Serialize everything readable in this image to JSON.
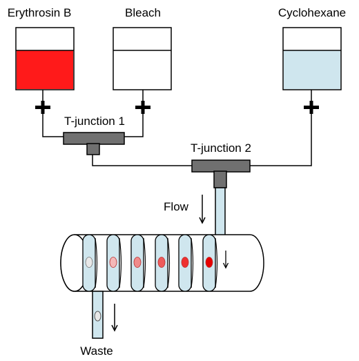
{
  "reservoirs": [
    {
      "label": "Erythrosin B",
      "fill_color": "#ff1a1a",
      "fill_level": 0.64
    },
    {
      "label": "Bleach",
      "fill_color": "#ffffff",
      "fill_level": 0.64
    },
    {
      "label": "Cyclohexane",
      "fill_color": "#cfe6ee",
      "fill_level": 0.64
    }
  ],
  "junctions": [
    {
      "label": "T-junction 1"
    },
    {
      "label": "T-junction 2"
    }
  ],
  "flow_label": "Flow",
  "waste_label": "Waste",
  "colors": {
    "tubing": "#cfe6ee",
    "junction": "#707070",
    "outline": "#000000",
    "droplet_gradient": [
      "#e8e8e8",
      "#f4b8b8",
      "#f08a8a",
      "#ee5a5a",
      "#ee3030",
      "#e60000"
    ],
    "waste_droplet": "#e8e8e8"
  }
}
